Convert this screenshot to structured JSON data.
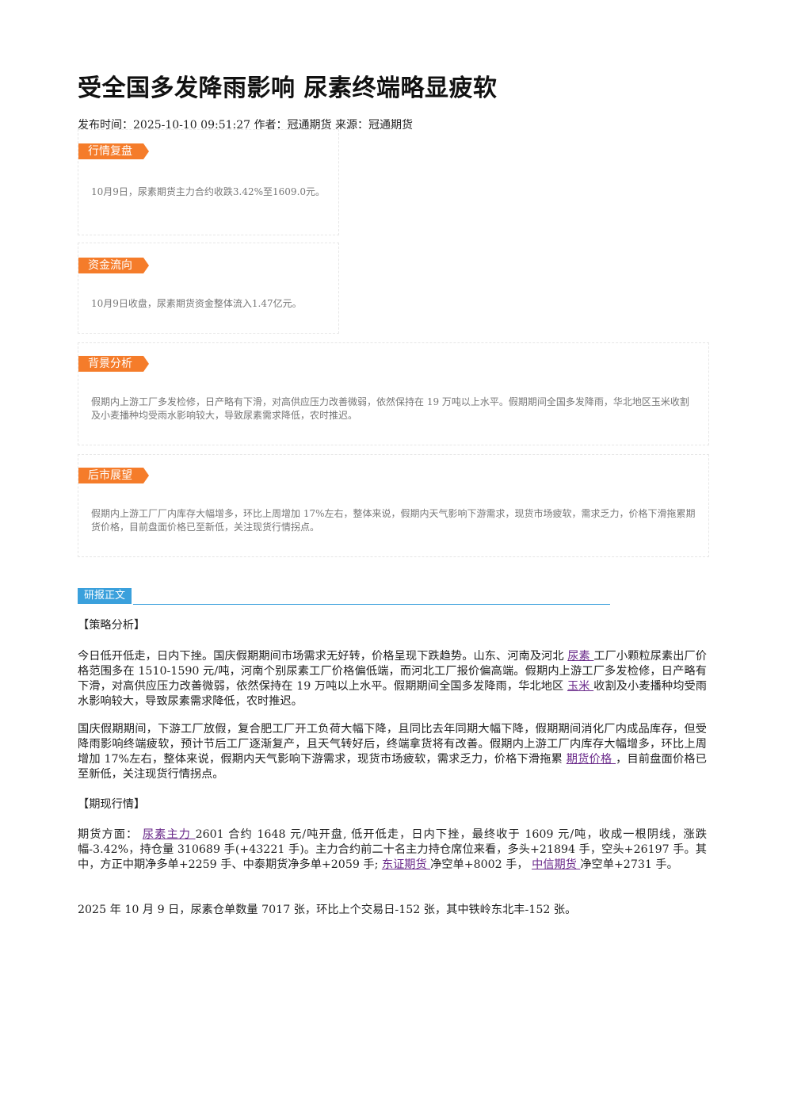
{
  "article": {
    "title": "受全国多发降雨影响 尿素终端略显疲软",
    "meta": "发布时间：2025-10-10 09:51:27 作者：冠通期货 来源：冠通期货"
  },
  "cards": {
    "market_review": {
      "tag": "行情复盘",
      "text": "10月9日，尿素期货主力合约收跌3.42%至1609.0元。"
    },
    "fund_flow": {
      "tag": "资金流向",
      "text": "10月9日收盘，尿素期货资金整体流入1.47亿元。"
    },
    "background": {
      "tag": "背景分析",
      "text": "假期内上游工厂多发检修，日产略有下滑，对高供应压力改善微弱，依然保持在 19 万吨以上水平。假期期间全国多发降雨，华北地区玉米收割及小麦播种均受雨水影响较大，导致尿素需求降低，农时推迟。"
    },
    "outlook": {
      "tag": "后市展望",
      "text": "假期内上游工厂厂内库存大幅增多，环比上周增加 17%左右，整体来说，假期内天气影响下游需求，现货市场疲软，需求乏力，价格下滑拖累期货价格，目前盘面价格已至新低，关注现货行情拐点。"
    }
  },
  "report": {
    "section_label": "研报正文",
    "strategy_heading": "【策略分析】",
    "p1": {
      "a": "今日低开低走，日内下挫。国庆假期期间市场需求无好转，价格呈现下跌趋势。山东、河南及河北 ",
      "link1": "尿素 ",
      "b": "工厂小颗粒尿素出厂价格范围多在 1510-1590 元/吨，河南个别尿素工厂价格偏低端，而河北工厂报价偏高端。假期内上游工厂多发检修，日产略有下滑，对高供应压力改善微弱，依然保持在 19 万吨以上水平。假期期间全国多发降雨，华北地区 ",
      "link2": "玉米 ",
      "c": "收割及小麦播种均受雨水影响较大，导致尿素需求降低，农时推迟。"
    },
    "p2": {
      "a": "国庆假期期间，下游工厂放假，复合肥工厂开工负荷大幅下降，且同比去年同期大幅下降，假期期间消化厂内成品库存，但受降雨影响终端疲软，预计节后工厂逐渐复产，且天气转好后，终端拿货将有改善。假期内上游工厂内库存大幅增多，环比上周增加 17%左右，整体来说，假期内天气影响下游需求，现货市场疲软，需求乏力，价格下滑拖累 ",
      "link1": "期货价格 ",
      "b": "，目前盘面价格已至新低，关注现货行情拐点。"
    },
    "spot_heading": "【期现行情】",
    "p3": {
      "a": "期货方面： ",
      "link1": "尿素主力 ",
      "b": "2601 合约 1648 元/吨开盘, 低开低走，日内下挫，最终收于 1609 元/吨，收成一根阴线，涨跌幅-3.42%，持仓量 310689 手(+43221 手)。主力合约前二十名主力持仓席位来看，多头+21894 手，空头+26197 手。其中，方正中期净多单+2259 手、中泰期货净多单+2059 手; ",
      "link2": "东证期货 ",
      "c": "净空单+8002 手， ",
      "link3": "中信期货 ",
      "d": "净空单+2731 手。"
    },
    "p4": "2025 年 10 月 9 日，尿素仓单数量 7017 张，环比上个交易日-152 张，其中铁岭东北丰-152 张。"
  }
}
